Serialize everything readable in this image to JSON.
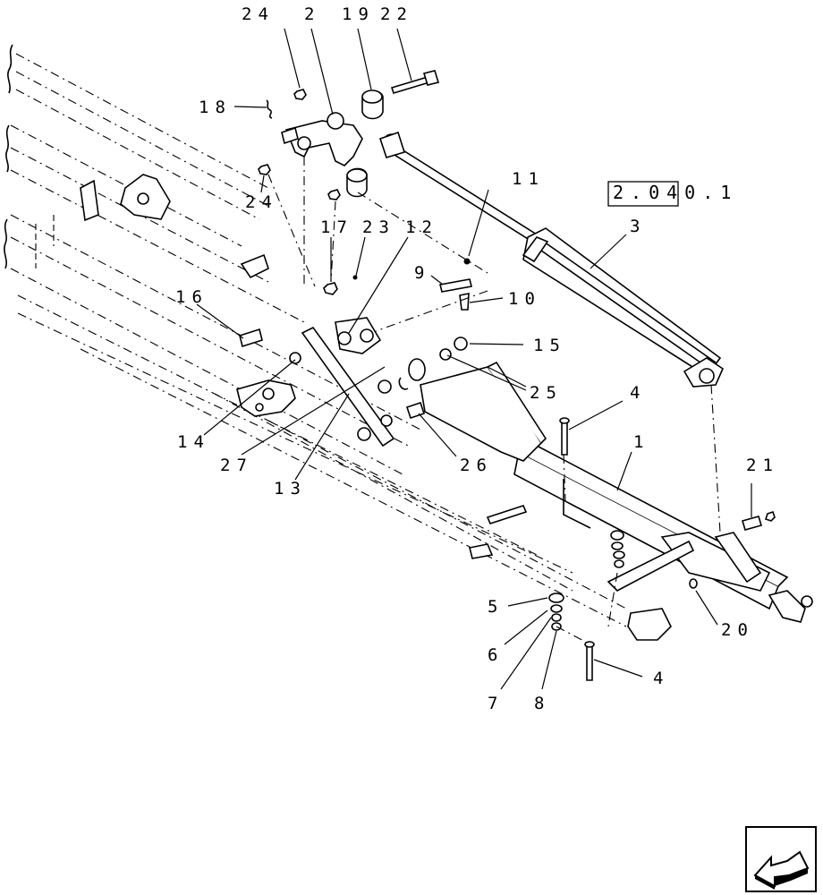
{
  "diagram": {
    "reference_box": "2.040.1",
    "labels": {
      "l24a": "24",
      "l2": "2",
      "l19": "19",
      "l22": "22",
      "l18": "18",
      "l24b": "24",
      "l11": "11",
      "l17": "17",
      "l23": "23",
      "l12": "12",
      "l3": "3",
      "l9": "9",
      "l10": "10",
      "l16": "16",
      "l15": "15",
      "l25": "25",
      "l4a": "4",
      "l14": "14",
      "l1": "1",
      "l27": "27",
      "l26": "26",
      "l13": "13",
      "l21": "21",
      "l5": "5",
      "l20": "20",
      "l6": "6",
      "l4b": "4",
      "l7": "7",
      "l8": "8"
    },
    "nav_icon": "arrow-back-icon"
  }
}
